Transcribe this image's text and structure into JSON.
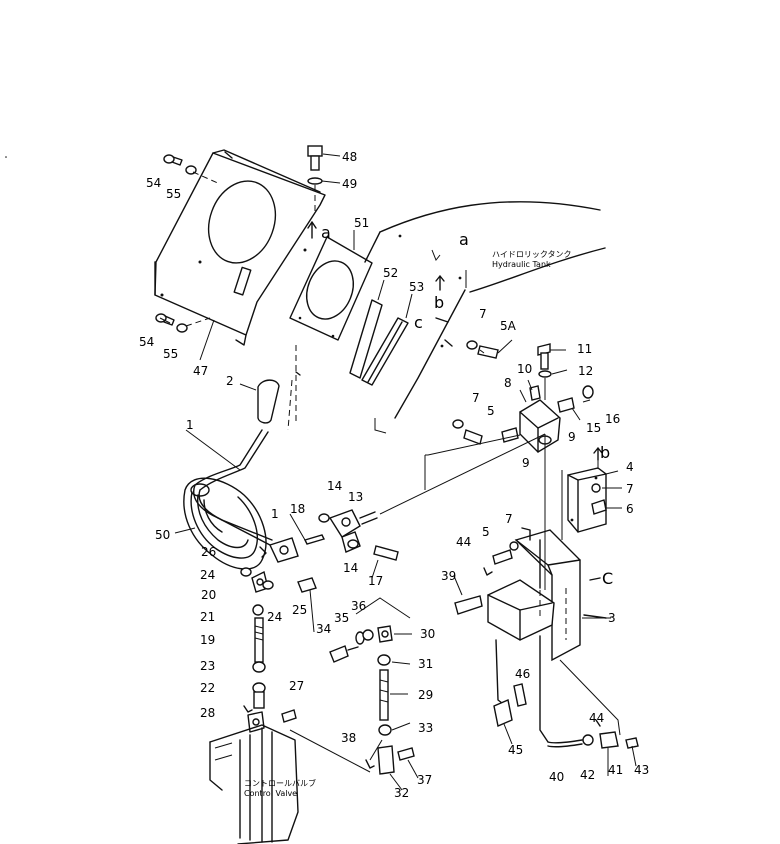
{
  "diagram": {
    "callouts": [
      {
        "id": "48",
        "label": "48"
      },
      {
        "id": "49",
        "label": "49"
      },
      {
        "id": "54a",
        "label": "54"
      },
      {
        "id": "55a",
        "label": "55"
      },
      {
        "id": "51",
        "label": "51"
      },
      {
        "id": "52",
        "label": "52"
      },
      {
        "id": "53",
        "label": "53"
      },
      {
        "id": "54b",
        "label": "54"
      },
      {
        "id": "55b",
        "label": "55"
      },
      {
        "id": "47",
        "label": "47"
      },
      {
        "id": "2",
        "label": "2"
      },
      {
        "id": "1a",
        "label": "1"
      },
      {
        "id": "50",
        "label": "50"
      },
      {
        "id": "7a",
        "label": "7"
      },
      {
        "id": "5A",
        "label": "5A"
      },
      {
        "id": "11",
        "label": "11"
      },
      {
        "id": "10",
        "label": "10"
      },
      {
        "id": "12",
        "label": "12"
      },
      {
        "id": "8",
        "label": "8"
      },
      {
        "id": "16",
        "label": "16"
      },
      {
        "id": "15",
        "label": "15"
      },
      {
        "id": "7b",
        "label": "7"
      },
      {
        "id": "5a",
        "label": "5"
      },
      {
        "id": "9a",
        "label": "9"
      },
      {
        "id": "9b",
        "label": "9"
      },
      {
        "id": "4",
        "label": "4"
      },
      {
        "id": "7c",
        "label": "7"
      },
      {
        "id": "6",
        "label": "6"
      },
      {
        "id": "14a",
        "label": "14"
      },
      {
        "id": "13",
        "label": "13"
      },
      {
        "id": "18",
        "label": "18"
      },
      {
        "id": "1b",
        "label": "1"
      },
      {
        "id": "14b",
        "label": "14"
      },
      {
        "id": "17",
        "label": "17"
      },
      {
        "id": "26",
        "label": "26"
      },
      {
        "id": "24a",
        "label": "24"
      },
      {
        "id": "20",
        "label": "20"
      },
      {
        "id": "24b",
        "label": "24"
      },
      {
        "id": "25",
        "label": "25"
      },
      {
        "id": "21",
        "label": "21"
      },
      {
        "id": "19",
        "label": "19"
      },
      {
        "id": "23",
        "label": "23"
      },
      {
        "id": "22",
        "label": "22"
      },
      {
        "id": "28",
        "label": "28"
      },
      {
        "id": "27",
        "label": "27"
      },
      {
        "id": "34",
        "label": "34"
      },
      {
        "id": "35",
        "label": "35"
      },
      {
        "id": "36",
        "label": "36"
      },
      {
        "id": "30",
        "label": "30"
      },
      {
        "id": "31",
        "label": "31"
      },
      {
        "id": "29",
        "label": "29"
      },
      {
        "id": "33",
        "label": "33"
      },
      {
        "id": "38",
        "label": "38"
      },
      {
        "id": "37",
        "label": "37"
      },
      {
        "id": "32",
        "label": "32"
      },
      {
        "id": "5b",
        "label": "5"
      },
      {
        "id": "7d",
        "label": "7"
      },
      {
        "id": "44a",
        "label": "44"
      },
      {
        "id": "39",
        "label": "39"
      },
      {
        "id": "3",
        "label": "3"
      },
      {
        "id": "46",
        "label": "46"
      },
      {
        "id": "45",
        "label": "45"
      },
      {
        "id": "44b",
        "label": "44"
      },
      {
        "id": "40",
        "label": "40"
      },
      {
        "id": "42",
        "label": "42"
      },
      {
        "id": "41",
        "label": "41"
      },
      {
        "id": "43",
        "label": "43"
      }
    ],
    "reference_letters": [
      {
        "id": "a1",
        "label": "a"
      },
      {
        "id": "a2",
        "label": "a"
      },
      {
        "id": "b1",
        "label": "b"
      },
      {
        "id": "b2",
        "label": "b"
      },
      {
        "id": "c1",
        "label": "c"
      },
      {
        "id": "c2",
        "label": "C"
      }
    ],
    "annotations": {
      "tank_jp": "ハイドロリックタンク",
      "tank_en": "Hydraulic  Tank",
      "valve_jp": "コントロールバルブ",
      "valve_en": "Control  Valve"
    }
  }
}
